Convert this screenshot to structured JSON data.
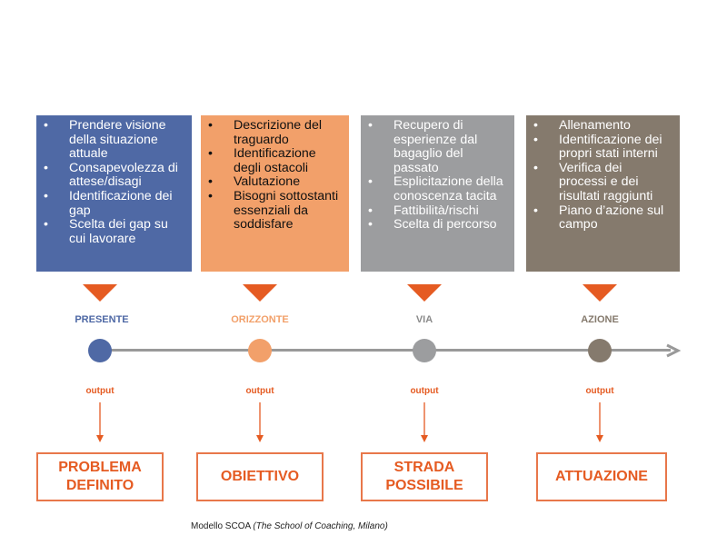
{
  "colors": {
    "presente": "#4f69a5",
    "orizzonte": "#f2a06a",
    "via": "#9c9d9f",
    "azione": "#857a6d",
    "accent": "#e55b22",
    "timeline": "#999999"
  },
  "columns": [
    {
      "phase": "PRESENTE",
      "items": [
        "Prendere visione della situazione attuale",
        "Consapevolezza di attese/disagi",
        "Identificazione dei gap",
        "Scelta dei gap su cui lavorare"
      ],
      "output": "output",
      "result": "PROBLEMA\nDEFINITO"
    },
    {
      "phase": "ORIZZONTE",
      "items": [
        "Descrizione del traguardo",
        "Identificazione degli ostacoli",
        "Valutazione",
        "Bisogni sottostanti essenziali da soddisfare"
      ],
      "output": "output",
      "result": "OBIETTIVO"
    },
    {
      "phase": "VIA",
      "items": [
        "Recupero di esperienze dal bagaglio del passato",
        "Esplicitazione della conoscenza tacita",
        "Fattibilità/rischi",
        "Scelta di percorso"
      ],
      "output": "output",
      "result": "STRADA\nPOSSIBILE"
    },
    {
      "phase": "AZIONE",
      "items": [
        "Allenamento",
        "Identificazione dei propri stati interni",
        "Verifica dei processi e dei risultati raggiunti",
        "Piano d’azione sul campo"
      ],
      "output": "output",
      "result": "ATTUAZIONE"
    }
  ],
  "caption": {
    "prefix": "Modello SCOA ",
    "italic": "(The School of Coaching, Milano)"
  }
}
